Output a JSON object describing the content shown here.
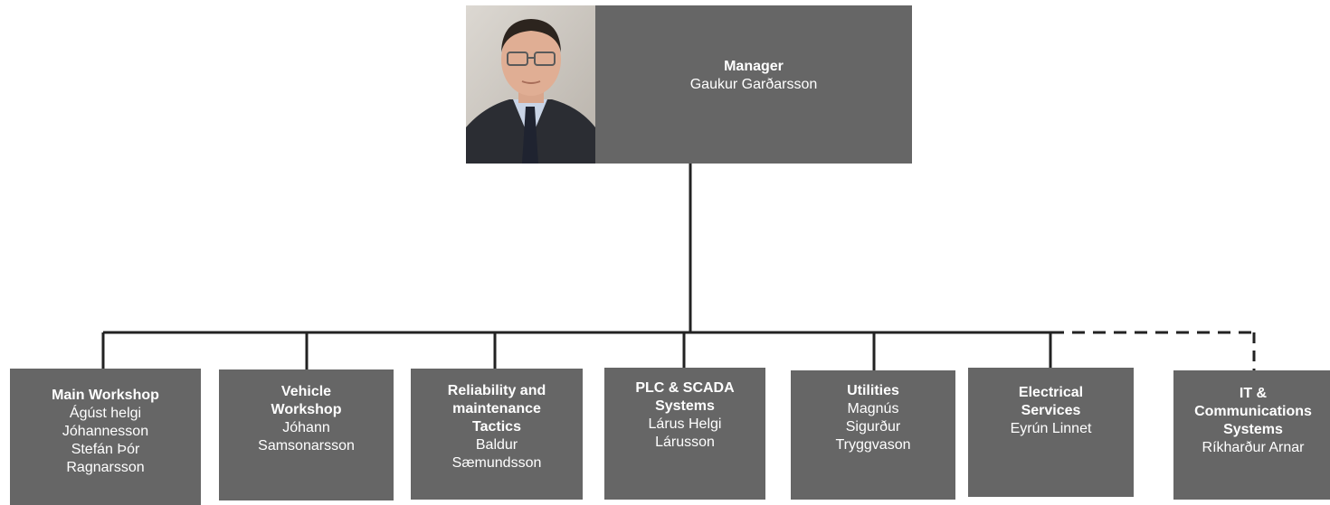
{
  "colors": {
    "box": "#666666",
    "text": "#ffffff",
    "connector": "#222222"
  },
  "manager": {
    "title": "Manager",
    "name": "Gaukur Garðarsson",
    "photo": "portrait-photo"
  },
  "departments": [
    {
      "title_lines": [
        "Main Workshop"
      ],
      "name_lines": [
        "Ágúst helgi",
        "Jóhannesson",
        "Stefán Þór",
        "Ragnarsson"
      ]
    },
    {
      "title_lines": [
        "Vehicle",
        "Workshop"
      ],
      "name_lines": [
        "Jóhann",
        "Samsonarsson"
      ]
    },
    {
      "title_lines": [
        "Reliability and",
        "maintenance",
        "Tactics"
      ],
      "name_lines": [
        "Baldur",
        "Sæmundsson"
      ]
    },
    {
      "title_lines": [
        "PLC & SCADA",
        "Systems"
      ],
      "name_lines": [
        "Lárus Helgi",
        "Lárusson"
      ]
    },
    {
      "title_lines": [
        "Utilities"
      ],
      "name_lines": [
        "Magnús",
        "Sigurður",
        "Tryggvason"
      ]
    },
    {
      "title_lines": [
        "Electrical",
        "Services"
      ],
      "name_lines": [
        "Eyrún Linnet"
      ]
    },
    {
      "title_lines": [
        "IT &",
        "Communications",
        "Systems"
      ],
      "name_lines": [
        "Ríkharður Arnar"
      ],
      "dotted_line": true
    }
  ]
}
